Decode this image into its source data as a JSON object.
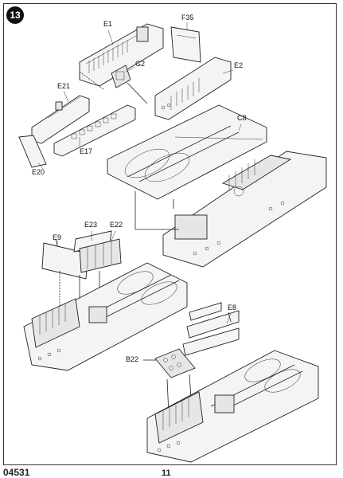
{
  "step": "13",
  "kit_code": "04531",
  "page_number": "11",
  "callouts": {
    "e1": "E1",
    "f35": "F35",
    "g2": "G2",
    "e2": "E2",
    "e21": "E21",
    "e17": "E17",
    "e20": "E20",
    "c8": "C8",
    "e23": "E23",
    "e22": "E22",
    "e9": "E9",
    "e8": "E8",
    "b22": "B22"
  }
}
